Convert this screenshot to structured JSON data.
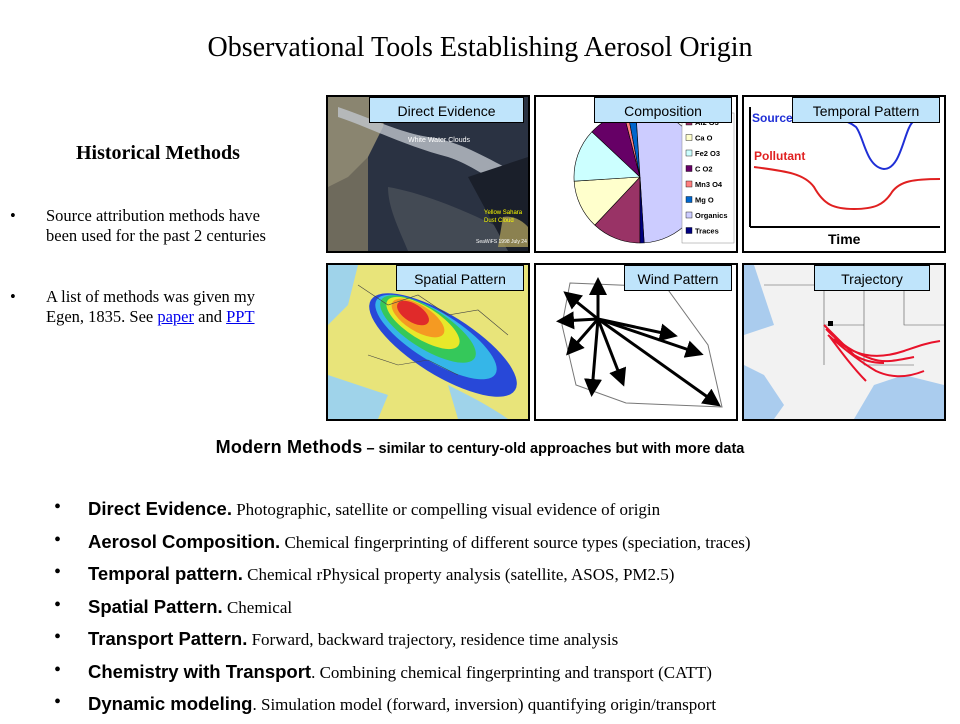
{
  "title": "Observational Tools Establishing Aerosol Origin",
  "historical": {
    "heading": "Historical Methods",
    "bullet1_line1": "Source attribution methods have",
    "bullet1_line2": "been used for the past 2 centuries",
    "bullet2_line1": "A list of methods was given my",
    "bullet2_line2_prefix": "Egen, 1835. See ",
    "link_paper": "paper",
    "and_text": " and ",
    "link_ppt": "PPT"
  },
  "panels": {
    "direct": {
      "label": "Direct Evidence",
      "cloud_text": "White Water Clouds",
      "dust_text_1": "Yellow Sahara",
      "dust_text_2": "Dust Cloud",
      "stamp": "SeaWiFS 1998 July 24"
    },
    "composition": {
      "label": "Composition",
      "legend": [
        "Al2 O3",
        "Ca O",
        "Fe2 O3",
        "C O2",
        "Mn3 O4",
        "Mg O",
        "Organics",
        "Traces"
      ],
      "colors": [
        "#993366",
        "#ffffcc",
        "#ccffff",
        "#660066",
        "#ff8080",
        "#0066cc",
        "#ccccff",
        "#000080"
      ],
      "percent": [
        12,
        12,
        13,
        9,
        1,
        2,
        50,
        1
      ]
    },
    "temporal": {
      "label": "Temporal Pattern",
      "source": "Source",
      "pollutant": "Pollutant",
      "time": "Time"
    },
    "spatial": {
      "label": "Spatial Pattern"
    },
    "wind": {
      "label": "Wind Pattern"
    },
    "trajectory": {
      "label": "Trajectory"
    }
  },
  "modern": {
    "heading_big": "Modern Methods",
    "heading_small": " – similar to century-old approaches but with more data",
    "items": [
      {
        "bold": "Direct Evidence.",
        "desc": " Photographic, satellite or compelling visual evidence of origin"
      },
      {
        "bold": "Aerosol Composition.",
        "desc": " Chemical fingerprinting of different source types (speciation, traces)"
      },
      {
        "bold": "Temporal pattern.",
        "desc": " Chemical rPhysical property analysis (satellite, ASOS, PM2.5)"
      },
      {
        "bold": "Spatial Pattern.",
        "desc": " Chemical"
      },
      {
        "bold": "Transport Pattern.",
        "desc": " Forward, backward trajectory, residence time analysis"
      },
      {
        "bold": "Chemistry with Transport",
        "desc": ". Combining chemical fingerprinting and transport (CATT)"
      },
      {
        "bold": "Dynamic modeling",
        "desc": ".  Simulation model (forward, inversion) quantifying origin/transport"
      }
    ]
  }
}
